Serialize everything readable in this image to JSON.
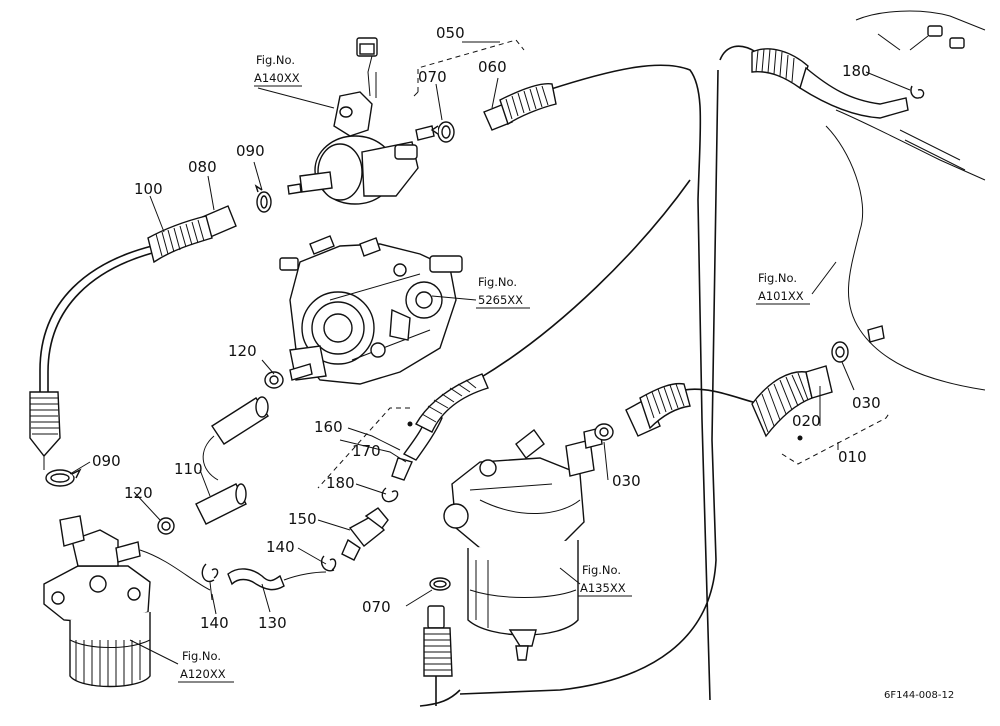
{
  "drawing_code": "6F144-008-12",
  "fig_prefix": "Fig.No.",
  "figs": {
    "a140": "A140XX",
    "p5265": "5265XX",
    "a101": "A101XX",
    "a135": "A135XX",
    "a120": "A120XX"
  },
  "labels": {
    "p050": "050",
    "p070_top": "070",
    "p060": "060",
    "p090_top": "090",
    "p080": "080",
    "p100": "100",
    "p180_top": "180",
    "p120_mid": "120",
    "p090_left": "090",
    "p110": "110",
    "p120_low": "120",
    "p160": "160",
    "p170": "170",
    "p180_mid": "180",
    "p150": "150",
    "p140_mid": "140",
    "p140_low": "140",
    "p130": "130",
    "p030_mid": "030",
    "p020": "020",
    "p030_right": "030",
    "p010": "010",
    "p070_low": "070"
  }
}
